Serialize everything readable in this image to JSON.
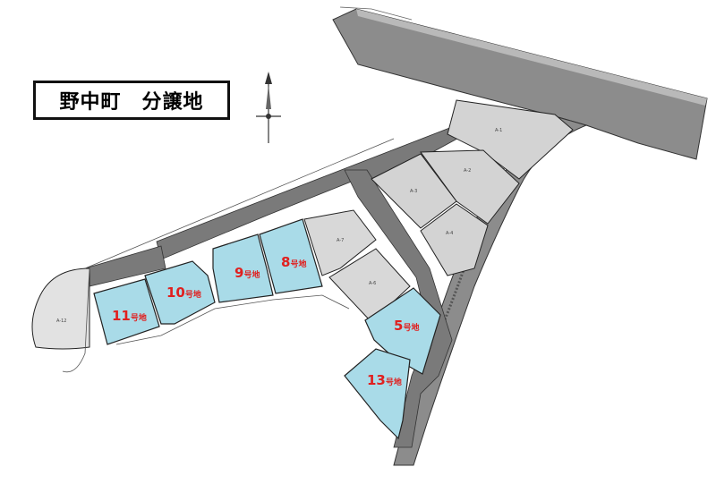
{
  "title": "野中町　分譲地",
  "colors": {
    "road": "#8c8c8c",
    "road_dark": "#6e6e6e",
    "lot_available": "#a9dbe8",
    "lot_gray": "#d3d3d3",
    "lot_gray_light": "#e2e2e2",
    "label_red": "#e0201f",
    "outline": "#222222"
  },
  "compass": {
    "icon": "compass-north-arrow-icon"
  },
  "available_lots": [
    {
      "number": "11",
      "suffix": "号地"
    },
    {
      "number": "10",
      "suffix": "号地"
    },
    {
      "number": "9",
      "suffix": "号地"
    },
    {
      "number": "8",
      "suffix": "号地"
    },
    {
      "number": "5",
      "suffix": "号地"
    },
    {
      "number": "13",
      "suffix": "号地"
    }
  ],
  "other_lots": [
    "A-1",
    "A-2",
    "A-3",
    "A-4",
    "A-7",
    "A-6",
    "A-12"
  ]
}
